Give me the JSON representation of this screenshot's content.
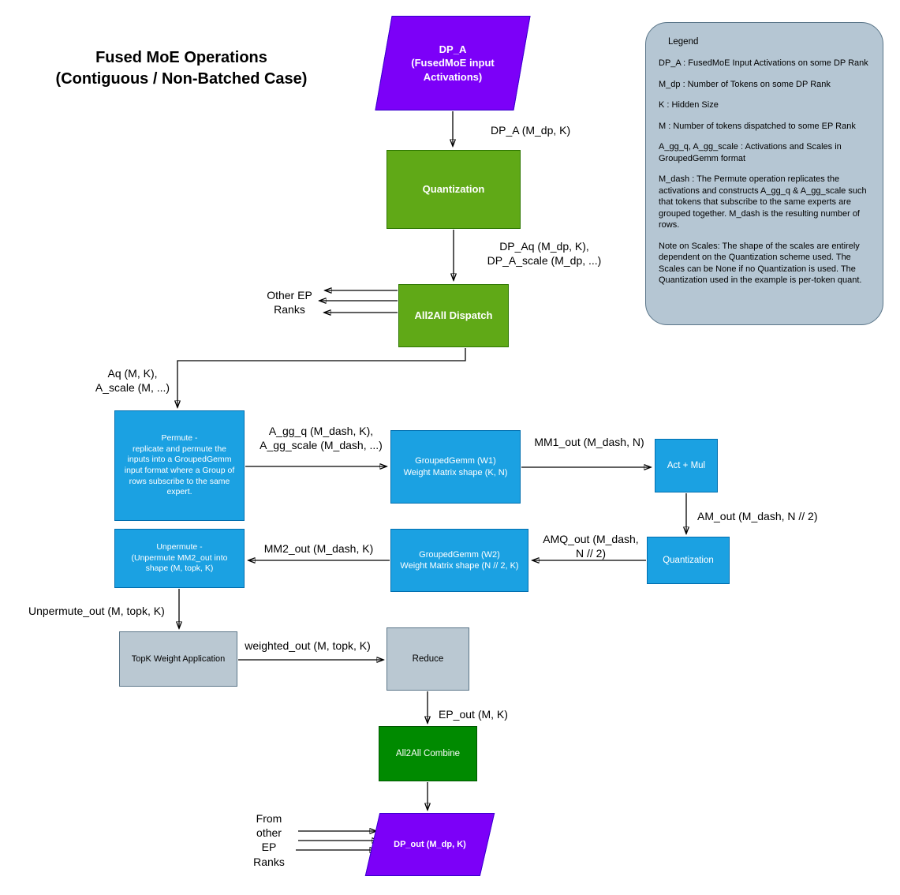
{
  "title": "Fused MoE Operations\n(Contiguous / Non-Batched Case)",
  "nodes": {
    "dp_a": "DP_A\n(FusedMoE input\nActivations)",
    "quantization_top": "Quantization",
    "all2all_dispatch": "All2All Dispatch",
    "permute": "Permute -\nreplicate and permute the\ninputs into a GroupedGemm\ninput format where a Group of\nrows subscribe to the same\nexpert.",
    "grouped_gemm_w1": "GroupedGemm (W1)\nWeight Matrix shape (K, N)",
    "act_mul": "Act + Mul",
    "quantization_mid": "Quantization",
    "grouped_gemm_w2": "GroupedGemm (W2)\nWeight Matrix shape (N // 2, K)",
    "unpermute": "Unpermute -\n(Unpermute MM2_out  into\nshape (M, topk, K)",
    "topk_weight": "TopK Weight Application",
    "reduce": "Reduce",
    "all2all_combine": "All2All Combine",
    "dp_out": "DP_out (M_dp, K)"
  },
  "edge_labels": {
    "dp_a_out": "DP_A (M_dp, K)",
    "dp_aq": "DP_Aq (M_dp, K),\nDP_A_scale (M_dp, ...)",
    "other_ep_ranks": "Other EP\nRanks",
    "aq": "Aq (M, K),\nA_scale (M, ...)",
    "a_gg": "A_gg_q (M_dash, K),\nA_gg_scale (M_dash, ...)",
    "mm1_out": "MM1_out (M_dash, N)",
    "am_out": "AM_out (M_dash, N // 2)",
    "amq_out": "AMQ_out (M_dash,\nN // 2)",
    "mm2_out": "MM2_out (M_dash, K)",
    "unpermute_out": "Unpermute_out (M, topk, K)",
    "weighted_out": "weighted_out (M, topk, K)",
    "ep_out": "EP_out (M, K)",
    "from_other_ep": "From\nother\nEP\nRanks"
  },
  "legend": {
    "title": "Legend",
    "items": [
      "DP_A : FusedMoE Input Activations on some DP Rank",
      "M_dp : Number of Tokens on some DP Rank",
      "K : Hidden Size",
      "M : Number of tokens dispatched to some EP Rank",
      "A_gg_q, A_gg_scale : Activations and Scales in GroupedGemm format",
      "M_dash : The Permute operation replicates the activations and constructs A_gg_q & A_gg_scale such that tokens that subscribe to the same experts are grouped together. M_dash is the resulting number of rows.",
      "Note on Scales: The shape of the scales are entirely dependent on the Quantization scheme used. The Scales can be None if no Quantization is used. The Quantization used in the example is per-token quant."
    ]
  },
  "colors": {
    "purple_fill": "#7C00F8",
    "purple_stroke": "#3700CC",
    "green_fill": "#60A917",
    "green_stroke": "#2D7600",
    "blue_fill": "#1BA1E2",
    "blue_stroke": "#006EAF",
    "dark_green_fill": "#008A00",
    "dark_green_stroke": "#005700",
    "gray_fill": "#BAC8D2",
    "gray_stroke": "#5B7689",
    "legend_fill": "#B5C6D3",
    "arrow": "#000000"
  }
}
